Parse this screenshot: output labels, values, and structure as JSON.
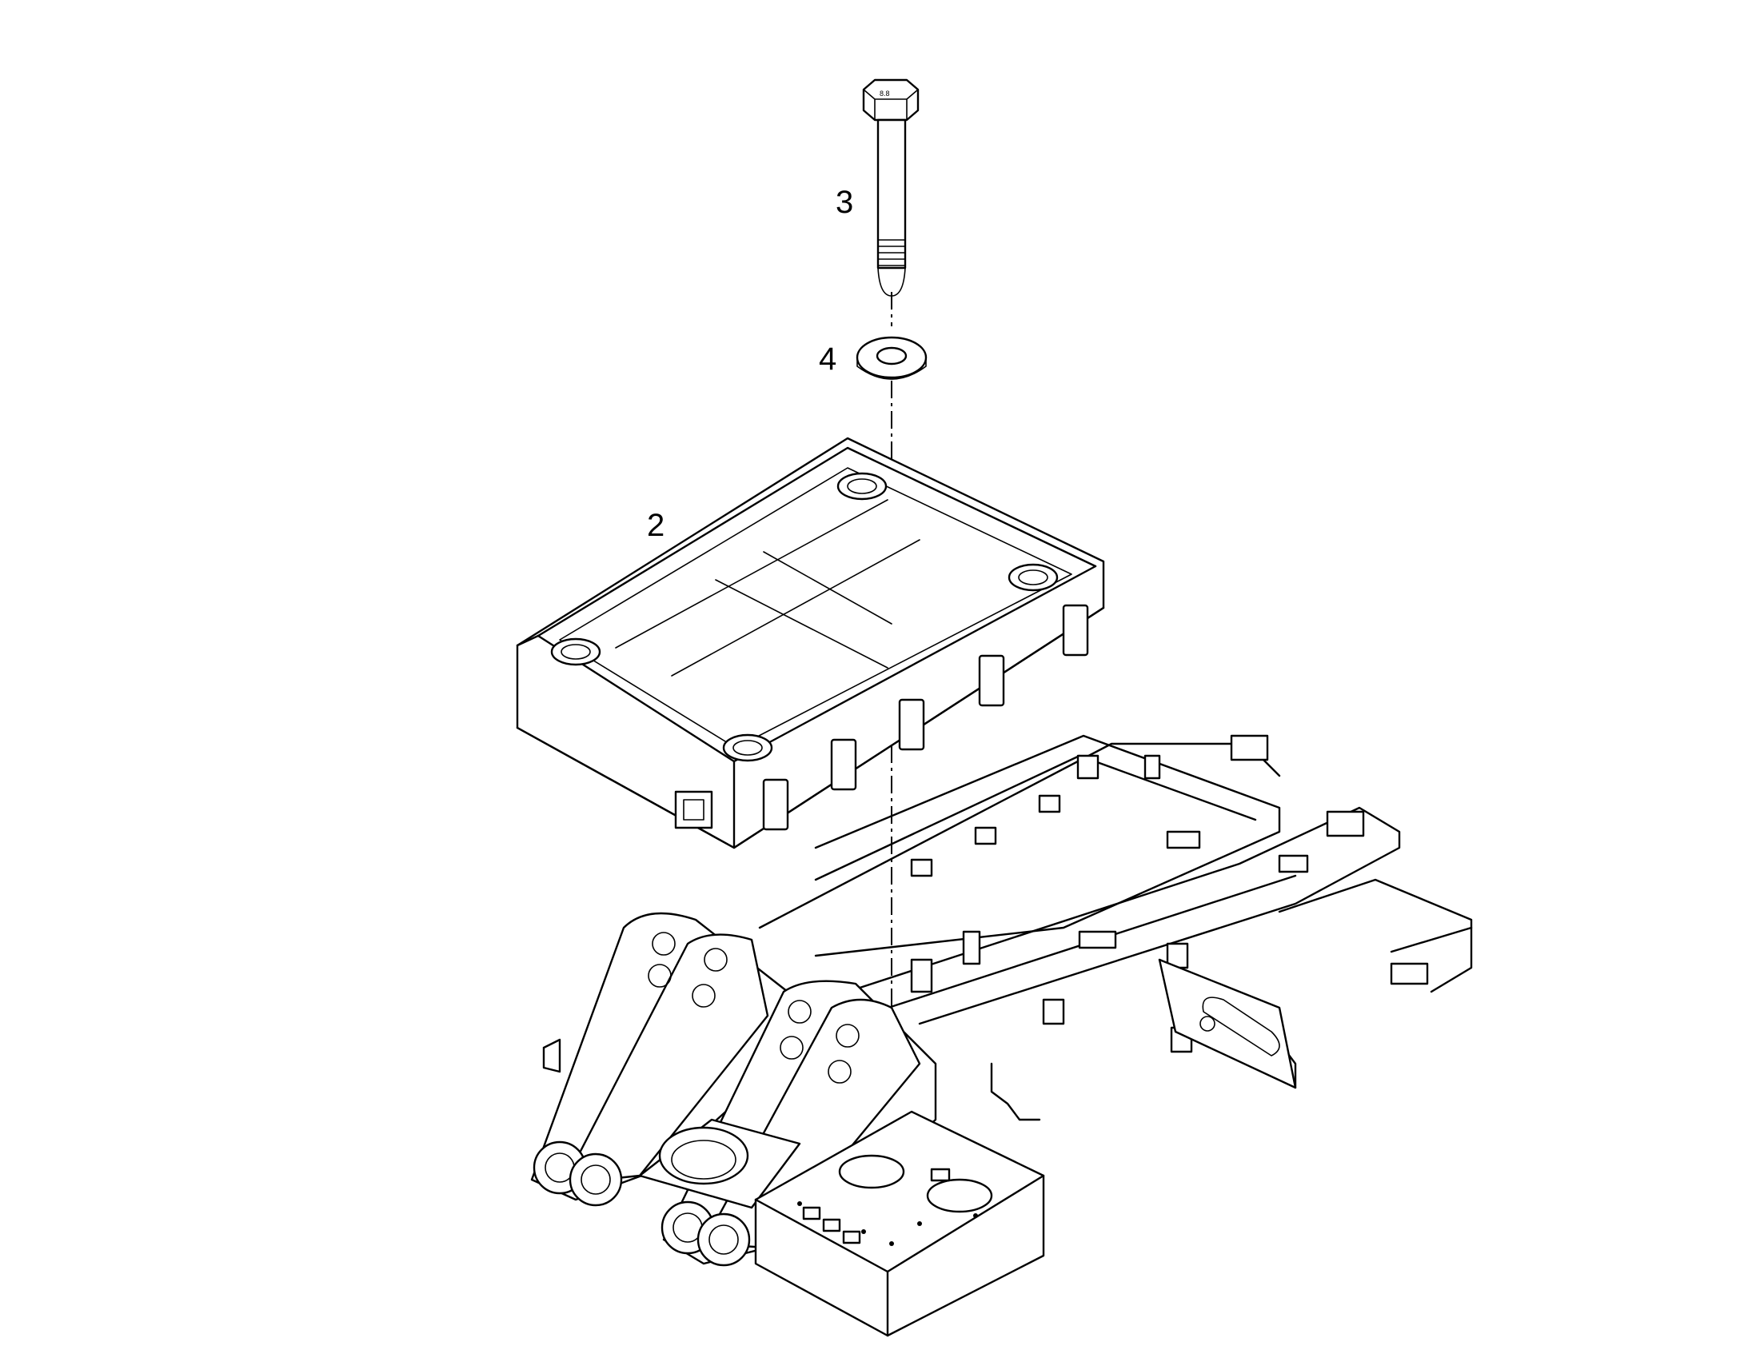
{
  "callouts": {
    "bolt": "3",
    "washer": "4",
    "counterweight": "2"
  }
}
